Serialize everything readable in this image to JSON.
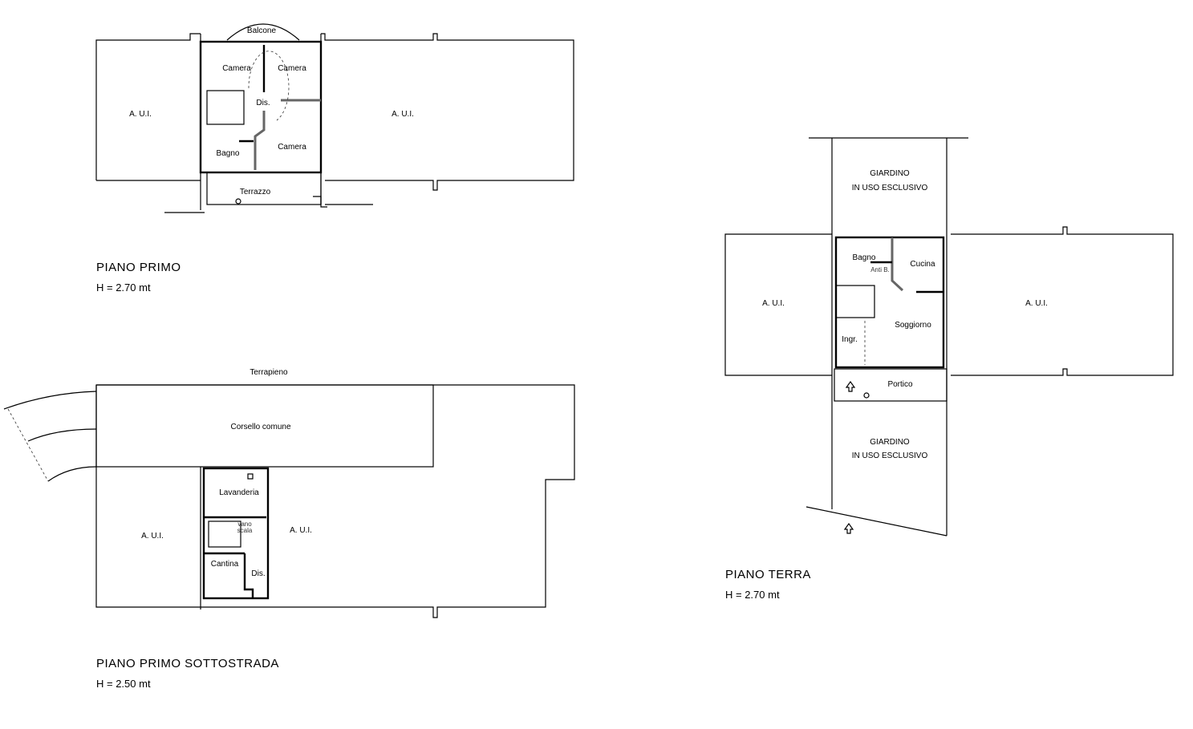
{
  "piano_primo": {
    "title": "PIANO   PRIMO",
    "height": "H = 2.70 mt",
    "rooms": [
      "Balcone",
      "Camera",
      "Camera",
      "Dis.",
      "Camera",
      "Bagno",
      "Terrazzo"
    ],
    "aui_left": "A.  U.I.",
    "aui_right": "A.  U.I."
  },
  "piano_sottostrada": {
    "title": "PIANO   PRIMO  SOTTOSTRADA",
    "height": "H = 2.50 mt",
    "terrapieno": "Terrapieno",
    "corsello": "Corsello comune",
    "rooms": [
      "Lavanderia",
      "vano",
      "scala",
      "Cantina",
      "Dis."
    ],
    "aui_left": "A.  U.I.",
    "aui_right": "A.  U.I."
  },
  "piano_terra": {
    "title": "PIANO   TERRA",
    "height": "H = 2.70 mt",
    "giardino_top": [
      "GIARDINO",
      "IN USO ESCLUSIVO"
    ],
    "giardino_bottom": [
      "GIARDINO",
      "IN USO ESCLUSIVO"
    ],
    "rooms": [
      "Bagno",
      "Cucina",
      "Anti B.",
      "Soggiorno",
      "Ingr.",
      "Portico"
    ],
    "aui_left": "A.  U.I.",
    "aui_right": "A.  U.I."
  }
}
